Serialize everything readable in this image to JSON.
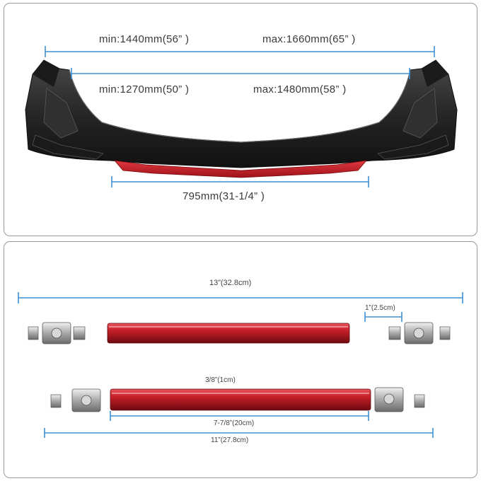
{
  "top_panel": {
    "outer_min": "min:1440mm(56” )",
    "outer_max": "max:1660mm(65” )",
    "inner_min": "min:1270mm(50” )",
    "inner_max": "max:1480mm(58” )",
    "center_width": "795mm(31-1/4” )"
  },
  "bottom_panel": {
    "rod1_total": "13”(32.8cm)",
    "rod1_thread": "1”(2.5cm)",
    "rod2_diameter": "3/8”(1cm)",
    "rod2_tube": "7-7/8”(20cm)",
    "rod2_total": "11”(27.8cm)"
  },
  "colors": {
    "dimension_line": "#3f8fd6",
    "spoiler_black": "#2a2a2a",
    "accent_red": "#c8202a"
  }
}
